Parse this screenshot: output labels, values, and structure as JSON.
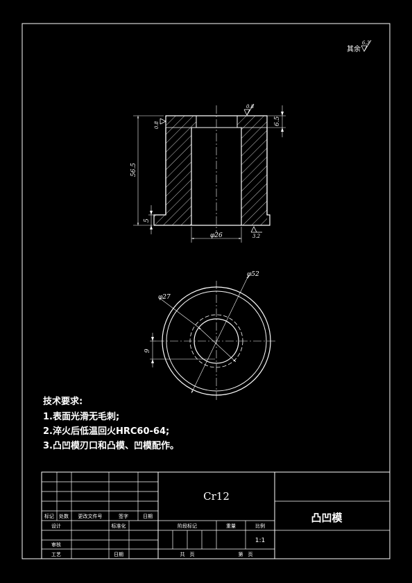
{
  "drawing": {
    "roughness_rest_label": "其余",
    "roughness_rest_value": "6.3",
    "roughness_top_value": "0.8",
    "roughness_left_value": "0.8",
    "roughness_bottom_value": "3.2",
    "dim_height": "56.5",
    "dim_top": "6.5",
    "dim_bottom": "5",
    "dim_bore": "φ26",
    "dim_outer": "φ52",
    "dim_inner": "φ27",
    "dim_offset": "9"
  },
  "tech_requirements": {
    "title": "技术要求:",
    "items": [
      "1.表面光滑无毛刺;",
      "2.淬火后低温回火HRC60-64;",
      "3.凸凹模刃口和凸模、凹模配作。"
    ]
  },
  "title_block": {
    "material": "Cr12",
    "part_name": "凸凹模",
    "scale": "1:1",
    "headers": {
      "mark": "标记",
      "count": "处数",
      "change_doc": "更改文件号",
      "signature": "签字",
      "date": "日期",
      "design": "设计",
      "standardize": "标准化",
      "check": "审核",
      "process": "工艺",
      "date2": "日期",
      "stage_mark": "阶段标记",
      "weight": "重量",
      "ratio": "比例",
      "sheets_total": "共　页",
      "sheet_no": "第　页"
    }
  },
  "colors": {
    "line": "#ffffff",
    "background": "#000000"
  }
}
